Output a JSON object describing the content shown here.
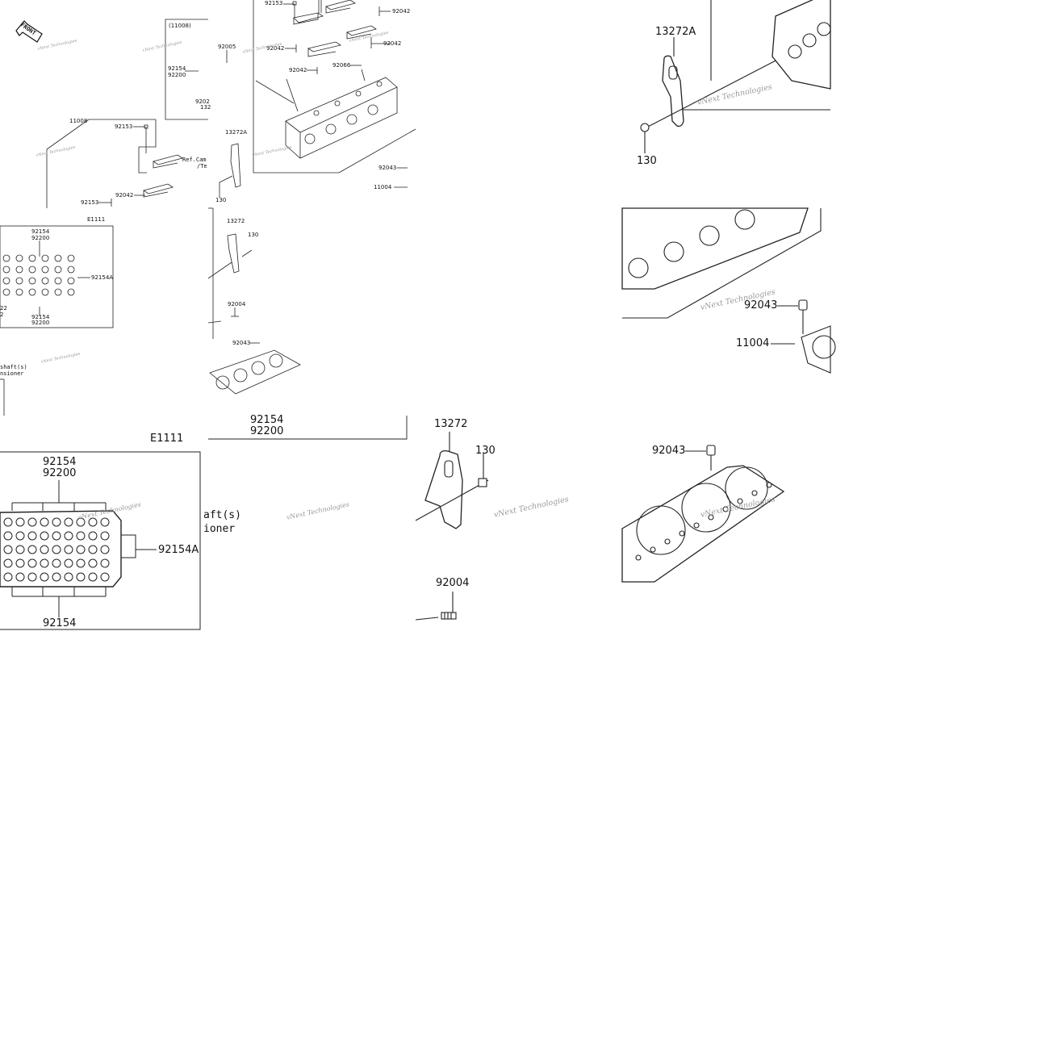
{
  "overview": {
    "front_label": "FRONT",
    "labels": {
      "l11008_paren": "(11008)",
      "l92154_a": "92154",
      "l92200_a": "92200",
      "l9202x": "9202",
      "l132x": "132",
      "l92153_top": "92153",
      "l92042_tr": "92042",
      "l92005": "92005",
      "l92042_m1": "92042",
      "l92042_m2": "92042",
      "l92042_r": "92042",
      "l92066": "92066",
      "l11008": "11008",
      "l92153_mid": "92153",
      "ref_line1": "Ref.Cam",
      "ref_line2": "/Te",
      "l13272A": "13272A",
      "l92043_r": "92043",
      "l11004_r": "11004",
      "l130_a": "130",
      "l92042_low": "92042",
      "l92153_low": "92153",
      "lE1111": "E1111",
      "l13272": "13272",
      "l130_b": "130",
      "l92154_b": "92154",
      "l92200_b": "92200",
      "l92154A": "92154A",
      "l92154_c": "92154",
      "l92200_c": "92200",
      "l22": "22",
      "l2": "2",
      "l92004": "92004",
      "l92043_low": "92043",
      "camshaft_line1": "shaft(s)",
      "camshaft_line2": "nsioner"
    },
    "watermarks": [
      "vNext Technologies",
      "vNext Technologies",
      "vNext Technologies",
      "vNext Technologies",
      "vNext Technologies",
      "vNext Technologies",
      "vNext Technologies"
    ]
  },
  "zoom_gasket_label": {
    "part1": "92154",
    "part2": "92200"
  },
  "zoom_cover": {
    "part1": "92154",
    "part2": "92200",
    "e_code": "E1111",
    "part_a": "92154A",
    "part_bottom": "92154",
    "camshaft_line1": "aft(s)",
    "camshaft_line2": "ioner",
    "watermark": "vNext Technologies"
  },
  "zoom_bracket_top": {
    "part": "13272A",
    "bolt": "130",
    "watermark": "vNext Technologies"
  },
  "zoom_head_edge": {
    "dowel": "92043",
    "stud": "11004",
    "watermark": "vNext Technologies"
  },
  "zoom_bracket": {
    "part": "13272",
    "bolt": "130",
    "watermark": "vNext Technologies"
  },
  "zoom_stud": {
    "part": "92004"
  },
  "zoom_gasket": {
    "dowel": "92043",
    "watermark": "vNext Technologies"
  }
}
